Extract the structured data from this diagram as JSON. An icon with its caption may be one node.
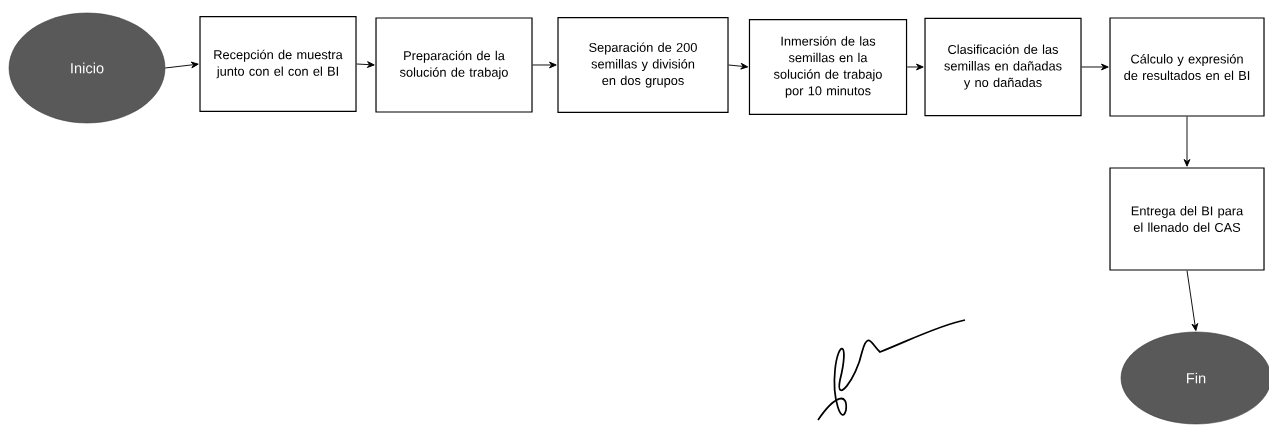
{
  "diagram": {
    "nodes": [
      {
        "text": [
          "Inicio"
        ]
      },
      {
        "text": [
          "Recepción de muestra junto con el con el BI"
        ]
      },
      {
        "text": [
          "Preparación de la solución de trabajo"
        ]
      },
      {
        "text": [
          "Separación de 200 semillas y división en dos grupos"
        ]
      },
      {
        "text": [
          "Inmersión de las semillas en la solución de trabajo por 10 minutos"
        ]
      },
      {
        "text": [
          "Clasificación de las semillas en dañadas y no dañadas"
        ]
      },
      {
        "text": [
          "Cálculo y expresión de resultados en el BI"
        ]
      },
      {
        "text": [
          "Entrega del BI para el llenado del CAS"
        ]
      },
      {
        "text": [
          "Fin"
        ]
      }
    ],
    "edges": [
      {
        "from": 0,
        "to": 1,
        "arrow": "to"
      },
      {
        "from": 1,
        "to": 2,
        "arrow": "to"
      },
      {
        "from": 2,
        "to": 3,
        "arrow": "to"
      },
      {
        "from": 3,
        "to": 4,
        "arrow": "to"
      },
      {
        "from": 4,
        "to": 5,
        "arrow": "to"
      },
      {
        "from": 5,
        "to": 6,
        "arrow": "to"
      },
      {
        "from": 6,
        "to": 7,
        "arrow": "to"
      },
      {
        "from": 7,
        "to": 8,
        "arrow": "to"
      }
    ]
  }
}
